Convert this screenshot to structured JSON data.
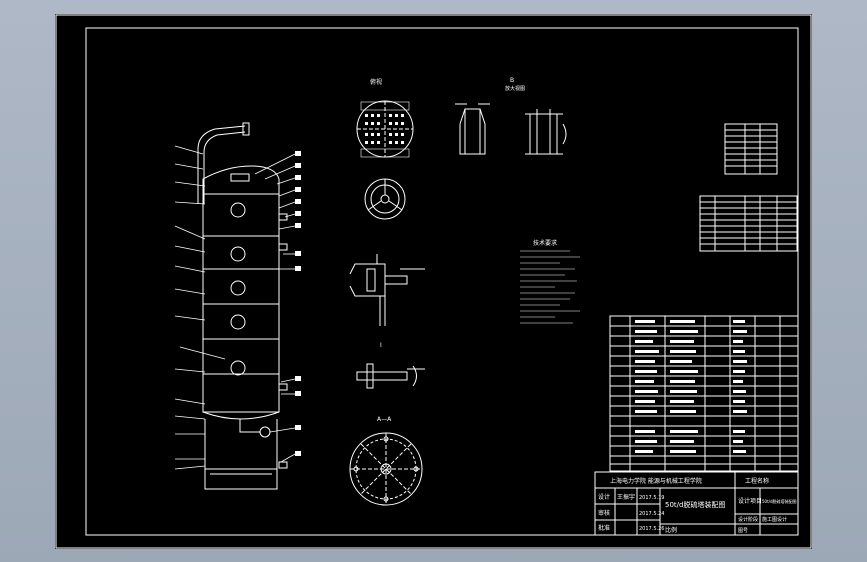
{
  "drawing": {
    "title_block": {
      "school": "上海电力学院 能源与机械工程学院",
      "drawing_name": "50t/d脱硫塔装配图",
      "row_labels": [
        "设计",
        "审核",
        "批准"
      ],
      "names": [
        "王振宇"
      ],
      "dates": [
        "2017.5.19",
        "2017.5.24",
        "2017.5.26"
      ],
      "right_header": "工程名称",
      "right_labels": [
        "设计项目",
        "设计阶段",
        "图号"
      ],
      "project_desc": "50t/d脱硫塔装配图",
      "phase": "施工图设计",
      "scale_label": "比例"
    },
    "tech_req_title": "技术要求",
    "view_labels": {
      "top_view": "俯视",
      "detail_b": "B",
      "detail_b_sub": "放大视图",
      "detail_i": "I",
      "section_aa": "A—A"
    },
    "colors": {
      "sheet": "#000000",
      "lines": "#ffffff",
      "background": "#a8b3c2"
    }
  }
}
